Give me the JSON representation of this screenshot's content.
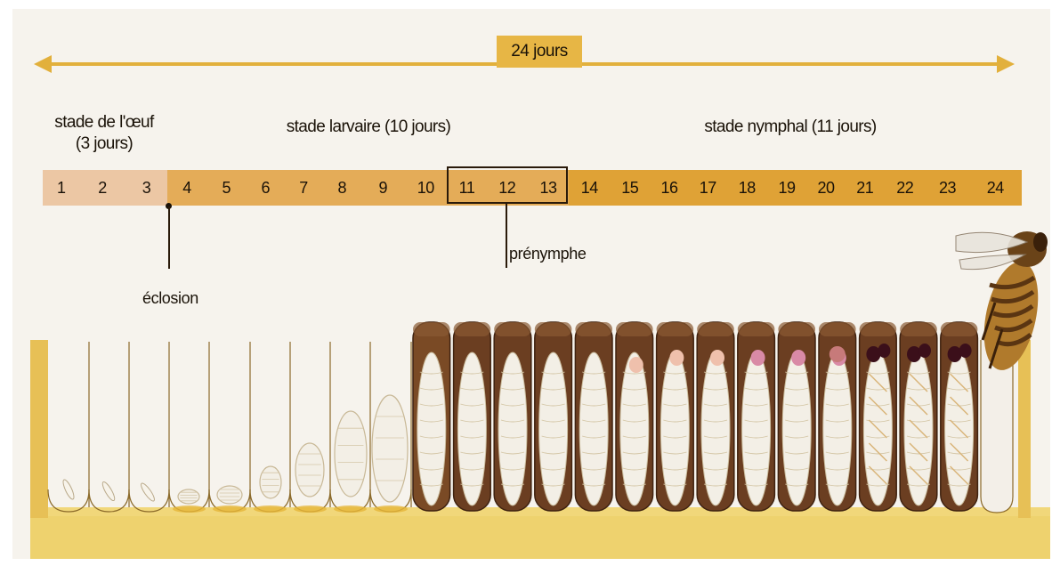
{
  "total_duration": "24 jours",
  "stages": [
    {
      "id": "egg",
      "label_line1": "stade de l'œuf",
      "label_line2": "(3 jours)",
      "days": [
        1,
        3
      ]
    },
    {
      "id": "larva",
      "label_line1": "stade larvaire (10 jours)",
      "label_line2": "",
      "days": [
        4,
        13
      ]
    },
    {
      "id": "nymph",
      "label_line1": "stade nymphal (11 jours)",
      "label_line2": "",
      "days": [
        14,
        24
      ]
    }
  ],
  "days": [
    "1",
    "2",
    "3",
    "4",
    "5",
    "6",
    "7",
    "8",
    "9",
    "10",
    "11",
    "12",
    "13",
    "14",
    "15",
    "16",
    "17",
    "18",
    "19",
    "20",
    "21",
    "22",
    "23",
    "24"
  ],
  "annotations": {
    "hatching": "éclosion",
    "prenymph": "prénymphe"
  },
  "colors": {
    "egg_band": "#ecc7a4",
    "larva_band": "#e4ac58",
    "nymph_band": "#dfa236",
    "arrow": "#e2b03c",
    "wax": "#e7c056",
    "capped_cell": "#6b3e21",
    "larva_body": "#f3efe6",
    "eye_pink": "#d98aa6",
    "eye_dark": "#3b0f1a"
  },
  "icons": [
    "double-arrow-icon",
    "honey-comb-cell-icon",
    "bee-adult-icon"
  ]
}
